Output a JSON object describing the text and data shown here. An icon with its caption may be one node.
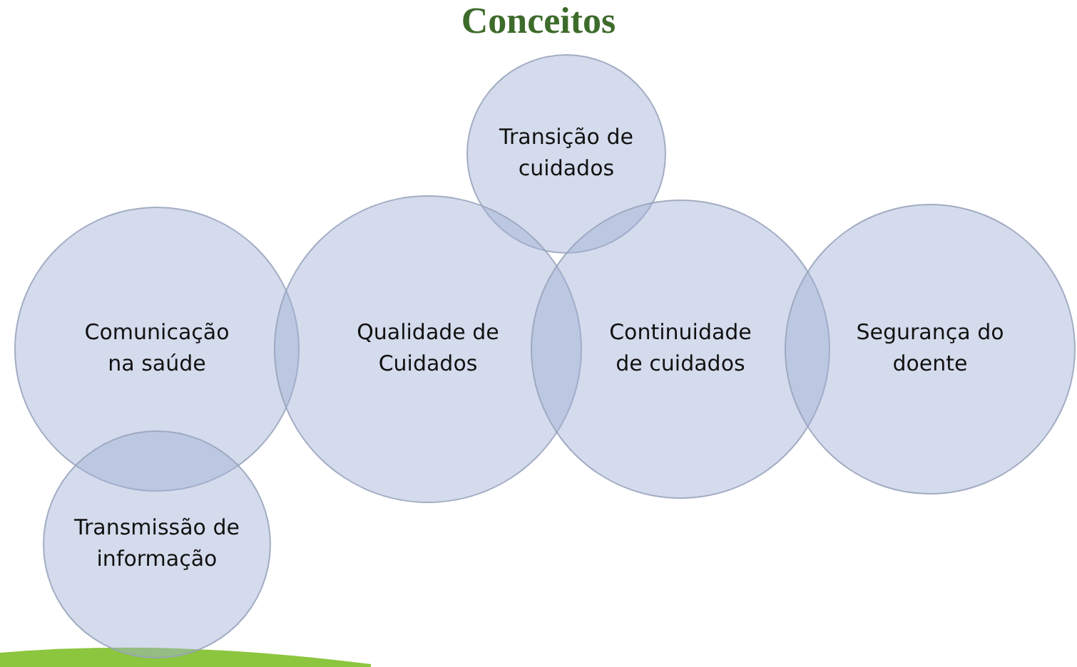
{
  "diagram": {
    "title": "Conceitos",
    "nodes": [
      {
        "text": [
          "Transição de cuidados"
        ]
      },
      {
        "text": [
          "Comunicação na saúde"
        ]
      },
      {
        "text": [
          "Qualidade de Cuidados"
        ]
      },
      {
        "text": [
          "Continuidade de cuidados"
        ]
      },
      {
        "text": [
          "Segurança do doente"
        ]
      },
      {
        "text": [
          "Transmissão de informação"
        ]
      }
    ]
  }
}
